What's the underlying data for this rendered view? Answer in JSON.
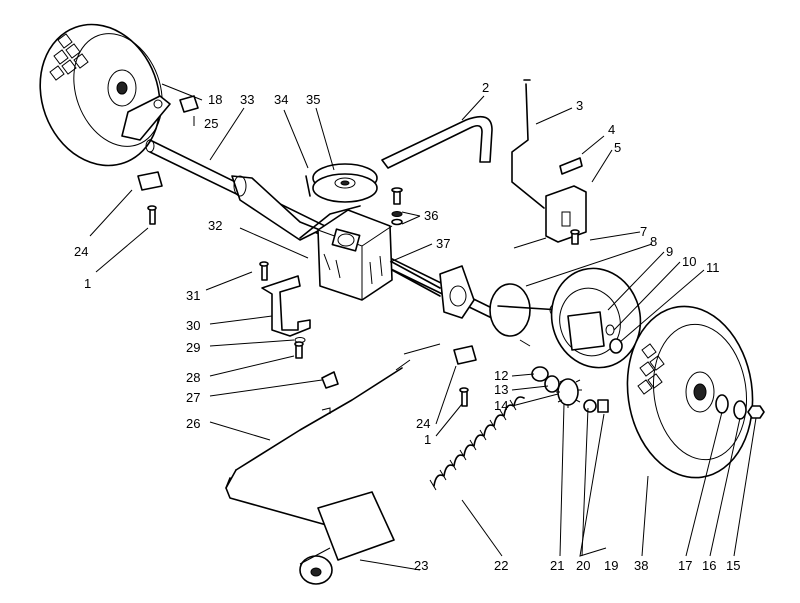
{
  "diagram": {
    "callouts": [
      {
        "id": "c1a",
        "text": "1"
      },
      {
        "id": "c1b",
        "text": "1"
      },
      {
        "id": "c2",
        "text": "2"
      },
      {
        "id": "c3",
        "text": "3"
      },
      {
        "id": "c4",
        "text": "4"
      },
      {
        "id": "c5",
        "text": "5"
      },
      {
        "id": "c7",
        "text": "7"
      },
      {
        "id": "c8",
        "text": "8"
      },
      {
        "id": "c9",
        "text": "9"
      },
      {
        "id": "c10",
        "text": "10"
      },
      {
        "id": "c11",
        "text": "11"
      },
      {
        "id": "c12",
        "text": "12"
      },
      {
        "id": "c13",
        "text": "13"
      },
      {
        "id": "c14",
        "text": "14"
      },
      {
        "id": "c15",
        "text": "15"
      },
      {
        "id": "c16",
        "text": "16"
      },
      {
        "id": "c17",
        "text": "17"
      },
      {
        "id": "c18",
        "text": "18"
      },
      {
        "id": "c19",
        "text": "19"
      },
      {
        "id": "c20",
        "text": "20"
      },
      {
        "id": "c21",
        "text": "21"
      },
      {
        "id": "c22",
        "text": "22"
      },
      {
        "id": "c23",
        "text": "23"
      },
      {
        "id": "c24a",
        "text": "24"
      },
      {
        "id": "c24b",
        "text": "24"
      },
      {
        "id": "c25",
        "text": "25"
      },
      {
        "id": "c26",
        "text": "26"
      },
      {
        "id": "c27",
        "text": "27"
      },
      {
        "id": "c28",
        "text": "28"
      },
      {
        "id": "c29",
        "text": "29"
      },
      {
        "id": "c30",
        "text": "30"
      },
      {
        "id": "c31",
        "text": "31"
      },
      {
        "id": "c32",
        "text": "32"
      },
      {
        "id": "c33",
        "text": "33"
      },
      {
        "id": "c34",
        "text": "34"
      },
      {
        "id": "c35",
        "text": "35"
      },
      {
        "id": "c36",
        "text": "36"
      },
      {
        "id": "c37",
        "text": "37"
      },
      {
        "id": "c38",
        "text": "38"
      }
    ]
  }
}
